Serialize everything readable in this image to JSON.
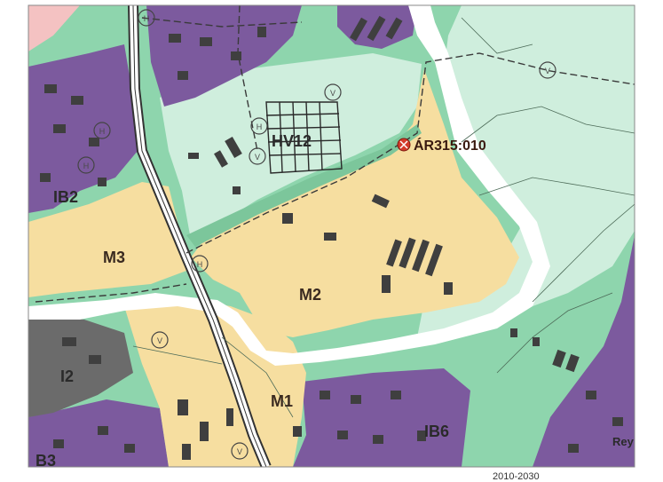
{
  "zones": [
    {
      "key": "hv12",
      "label": "HV12"
    },
    {
      "key": "ib2",
      "label": "IB2"
    },
    {
      "key": "m3",
      "label": "M3"
    },
    {
      "key": "m2",
      "label": "M2"
    },
    {
      "key": "i2",
      "label": "I2"
    },
    {
      "key": "m1",
      "label": "M1"
    },
    {
      "key": "ib6",
      "label": "IB6"
    },
    {
      "key": "b3",
      "label": "B3"
    },
    {
      "key": "rey",
      "label": "Rey"
    }
  ],
  "annotations": {
    "site_marker_label": "ÁR315:010"
  },
  "symbols": {
    "protected": "V",
    "hamlet": "H"
  },
  "caption": {
    "cut_text": "2010-2030"
  },
  "colors": {
    "residential": "#7c5a9e",
    "residential_dark": "#5f4680",
    "mixed_use": "#f6dea0",
    "open_area": "#cfeedd",
    "green": "#8ed5ad",
    "river": "#ffffff",
    "industry": "#6b6b6b",
    "building": "#3f3f3f",
    "marker": "#d43a2a",
    "road": "#ffffff"
  }
}
